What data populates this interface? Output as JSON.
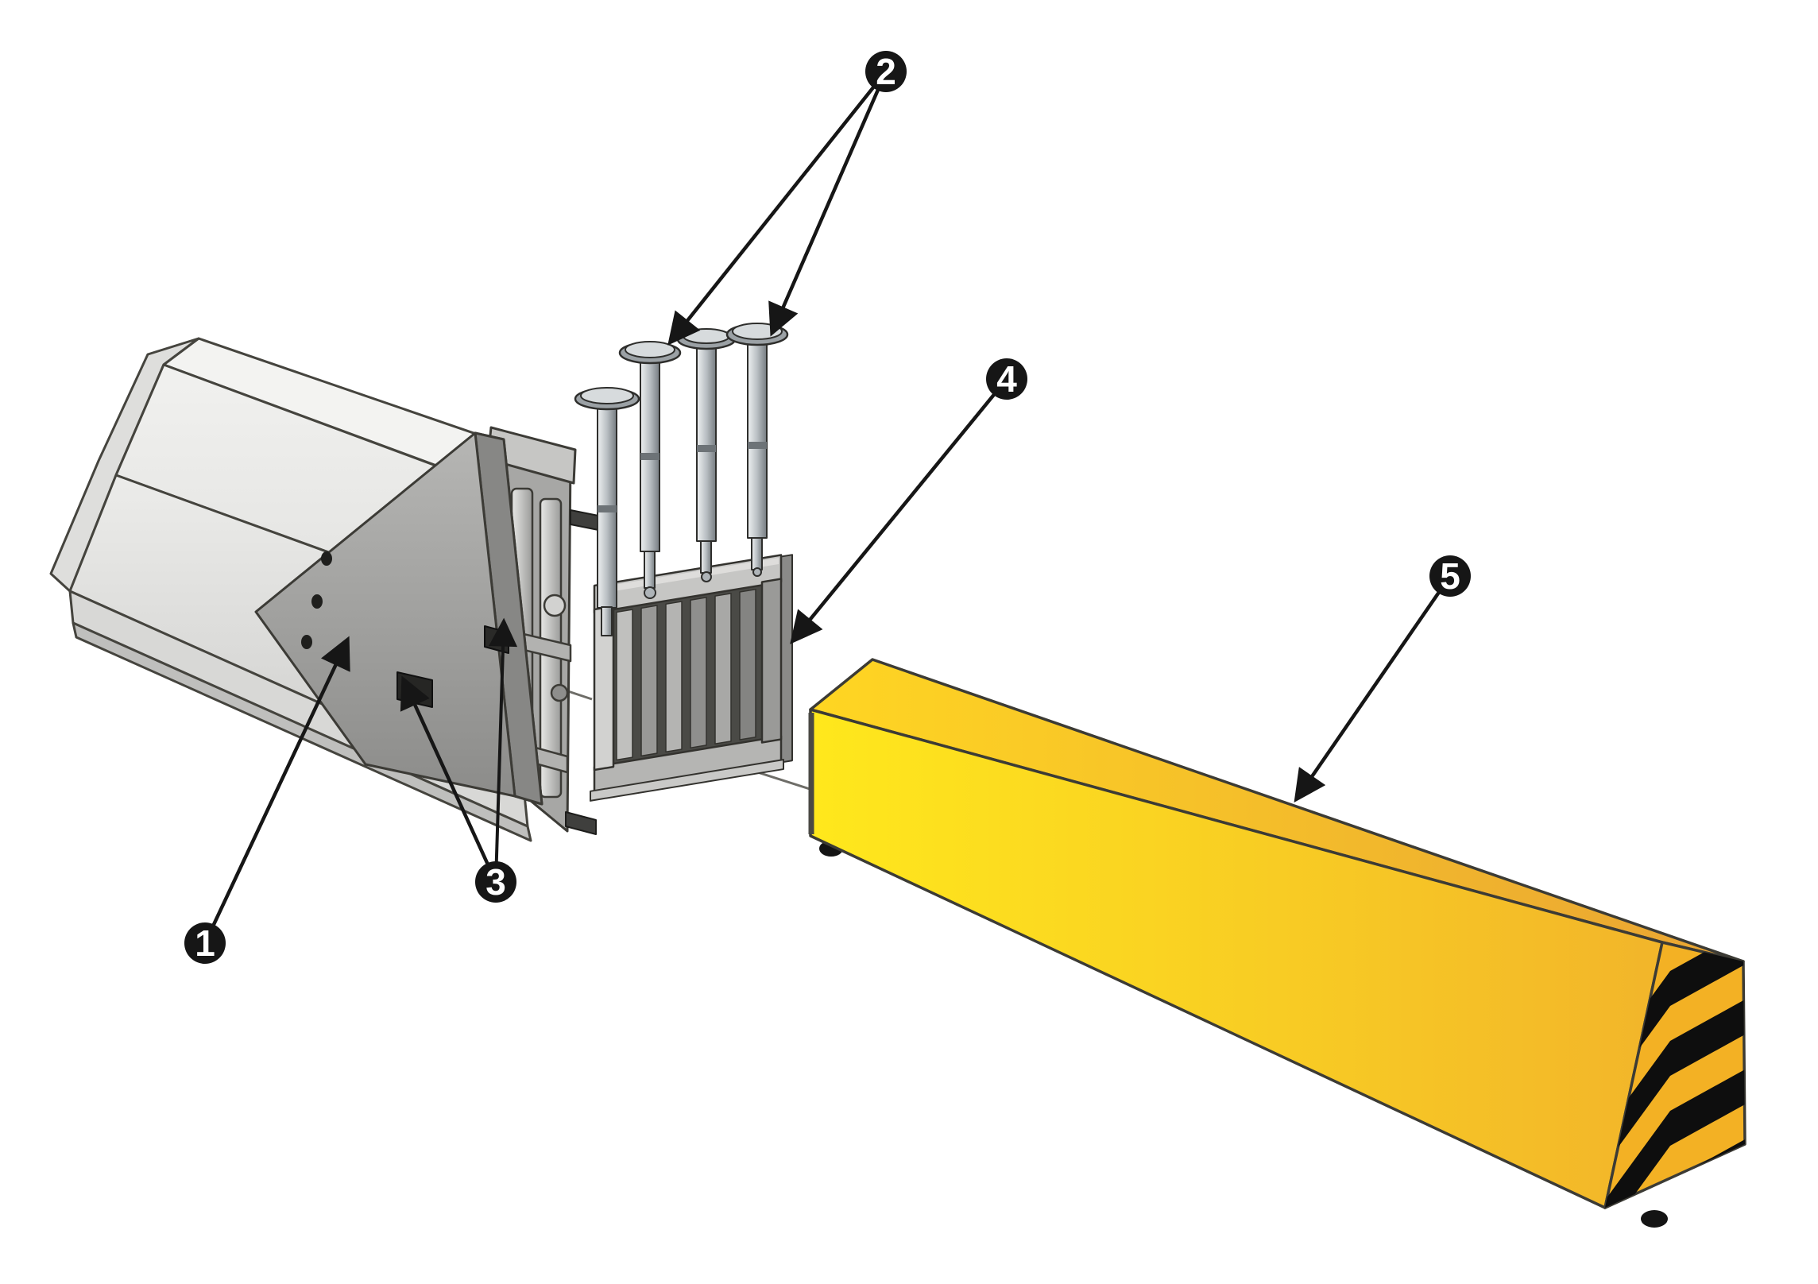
{
  "figure": {
    "type": "exploded-assembly-diagram",
    "background": "#ffffff"
  },
  "callouts": [
    {
      "number": "1",
      "leader_lines": 1
    },
    {
      "number": "2",
      "leader_lines": 2
    },
    {
      "number": "3",
      "leader_lines": 2
    },
    {
      "number": "4",
      "leader_lines": 1
    },
    {
      "number": "5",
      "leader_lines": 1
    }
  ],
  "colors": {
    "callout_bg": "#161616",
    "callout_text": "#ffffff",
    "leader_line": "#161616",
    "outline": "#3c3b35",
    "cushion_yellow_bright": "#FFE51E",
    "cushion_yellow_deep": "#F5BA28",
    "chevron_yellow": "#F3B124",
    "chevron_black": "#0e0e0e",
    "steel_light": "#e9e9e7",
    "steel_mid": "#a9a9a7",
    "steel_dark": "#8a8a88"
  }
}
